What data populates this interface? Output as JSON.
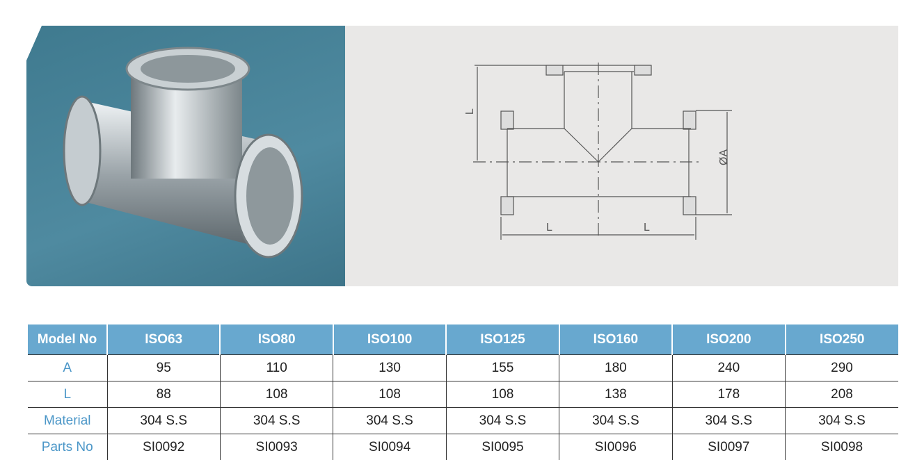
{
  "table": {
    "headers": [
      "Model No",
      "ISO63",
      "ISO80",
      "ISO100",
      "ISO125",
      "ISO160",
      "ISO200",
      "ISO250"
    ],
    "rows": [
      {
        "label": "A",
        "values": [
          "95",
          "110",
          "130",
          "155",
          "180",
          "240",
          "290"
        ]
      },
      {
        "label": "L",
        "values": [
          "88",
          "108",
          "108",
          "108",
          "138",
          "178",
          "208"
        ]
      },
      {
        "label": "Material",
        "values": [
          "304 S.S",
          "304 S.S",
          "304 S.S",
          "304 S.S",
          "304 S.S",
          "304 S.S",
          "304 S.S"
        ]
      },
      {
        "label": "Parts No",
        "values": [
          "SI0092",
          "SI0093",
          "SI0094",
          "SI0095",
          "SI0096",
          "SI0097",
          "SI0098"
        ]
      }
    ]
  },
  "drawing": {
    "dim_L": "L",
    "dim_A": "ØA"
  }
}
